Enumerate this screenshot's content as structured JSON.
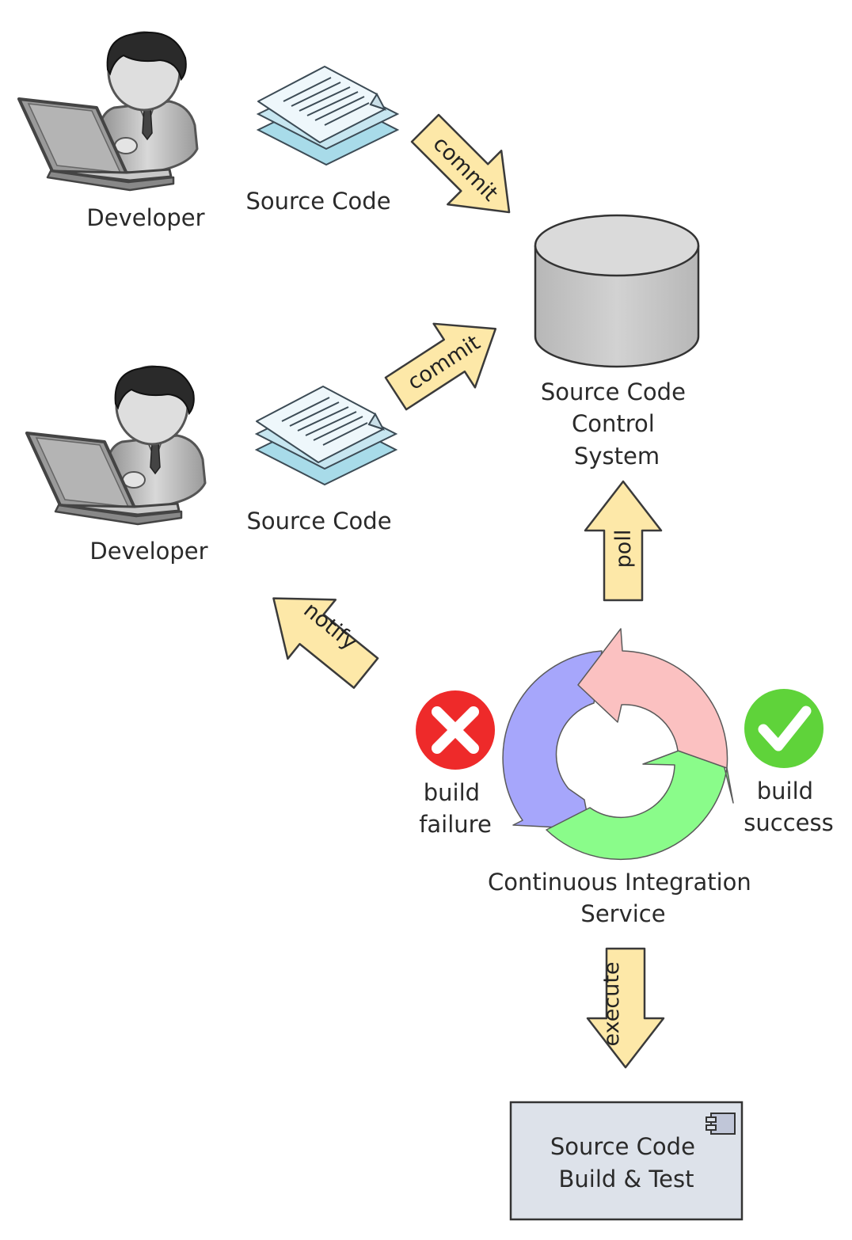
{
  "developers": [
    {
      "label": "Developer"
    },
    {
      "label": "Developer"
    }
  ],
  "source_code": [
    {
      "label": "Source Code"
    },
    {
      "label": "Source Code"
    }
  ],
  "arrows": {
    "commit_top": "commit",
    "commit_bottom": "commit",
    "poll": "poll",
    "notify": "notify",
    "execute": "execute"
  },
  "scm": {
    "lines": [
      "Source Code",
      "Control",
      "System"
    ]
  },
  "ci": {
    "lines": [
      "Continuous Integration",
      "Service"
    ]
  },
  "build_failure": {
    "lines": [
      "build",
      "failure"
    ],
    "color": "#ee2a2a",
    "icon": "x-icon"
  },
  "build_success": {
    "lines": [
      "build",
      "success"
    ],
    "color": "#5fd33a",
    "icon": "checkmark-icon"
  },
  "build_test": {
    "lines": [
      "Source Code",
      "Build & Test"
    ],
    "icon": "component-icon"
  },
  "colors": {
    "arrow_fill": "#fde8a8",
    "cylinder_fill": "#c8c8c8",
    "build_box_fill": "#dde2ea",
    "cycle_blue": "#a6a6fb",
    "cycle_pink": "#fbc1c1",
    "cycle_green": "#8afc8a"
  }
}
